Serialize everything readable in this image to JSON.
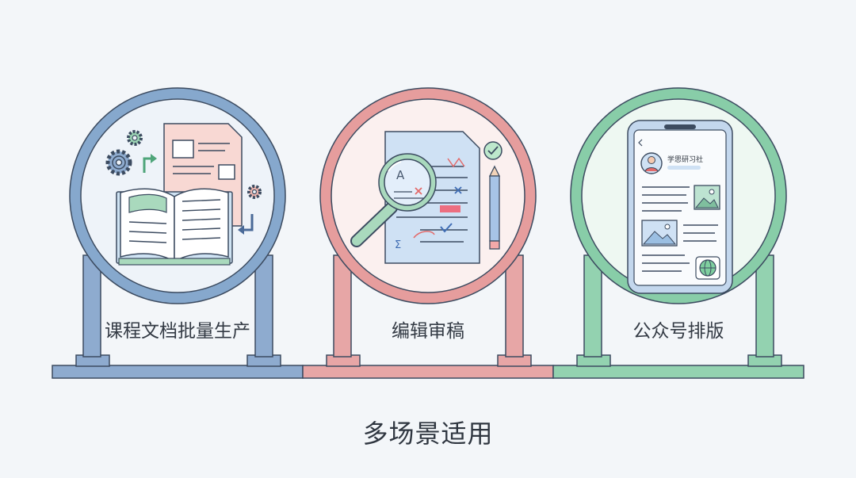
{
  "scenarios": [
    {
      "label": "课程文档批量生产",
      "color": "#86a8cd",
      "fill": "#eef3f9"
    },
    {
      "label": "编辑审稿",
      "color": "#e69d9d",
      "fill": "#fbf0ef"
    },
    {
      "label": "公众号排版",
      "color": "#88cda8",
      "fill": "#eef8f2"
    }
  ],
  "phone": {
    "account_name": "学思研习社"
  },
  "footer": {
    "title": "多场景适用"
  },
  "icons": [
    "gear-icon",
    "open-book-icon",
    "document-icon",
    "magnifier-icon",
    "pencil-icon",
    "check-icon",
    "phone-icon",
    "globe-icon",
    "image-icon",
    "avatar-icon"
  ]
}
